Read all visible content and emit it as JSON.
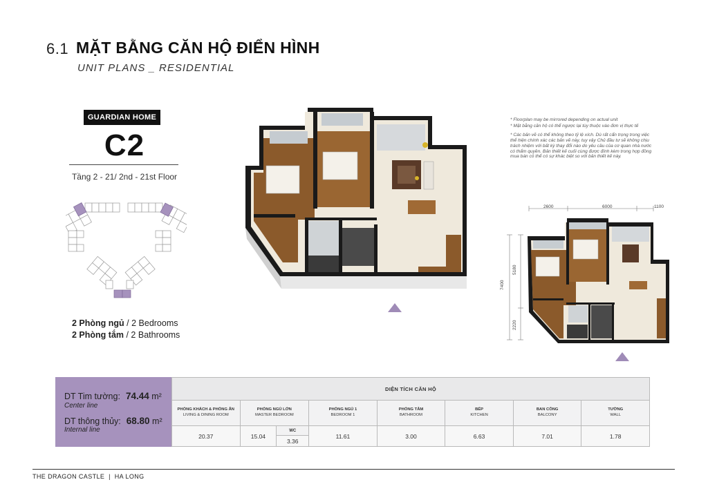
{
  "header": {
    "section_number": "6.1",
    "title": "MẶT BẰNG CĂN HỘ ĐIỂN HÌNH",
    "subtitle": "UNIT PLANS _ RESIDENTIAL"
  },
  "unit": {
    "badge": "GUARDIAN HOME",
    "code": "C2",
    "floor": "Tầng 2 - 21/ 2nd - 21st Floor",
    "bedrooms_vi": "2 Phòng ngủ",
    "bedrooms_en": " / 2 Bedrooms",
    "bathrooms_vi": "2 Phòng tắm",
    "bathrooms_en": " / 2 Bathrooms"
  },
  "notes": [
    "* Floorplan may be mirrored depending on actual unit",
    "* Mặt bằng căn hộ có thể ngược lại tùy thuộc vào đơn vị thực tế",
    "* Các bản vẽ có thể không theo tỷ lệ xích. Dù rất cẩn trọng trong việc thể hiện chính xác các bản vẽ này, tuy vậy Chủ đầu tư sẽ không chịu trách nhiệm với bất kỳ thay đổi nào do yêu cầu của cơ quan nhà nước có thẩm quyền. Bản thiết kế cuối cùng được đính kèm trong hợp đồng mua bán có thể có sự khác biệt so với bản thiết kế này."
  ],
  "dimensions": {
    "top": [
      "2600",
      "6000",
      "1100"
    ],
    "left_total": "7400",
    "left_upper": "5180",
    "left_lower": "2220"
  },
  "areas": {
    "center_label": "DT Tim tường:",
    "center_value": "74.44",
    "center_unit": "m²",
    "center_en": "Center line",
    "internal_label": "DT thông thủy:",
    "internal_value": "68.80",
    "internal_unit": "m²",
    "internal_en": "Internal line",
    "table_title": "DIỆN TÍCH CĂN HỘ",
    "columns": [
      {
        "vi": "PHÒNG KHÁCH & PHÒNG ĂN",
        "en": "LIVING & DINING ROOM",
        "value": "20.37"
      },
      {
        "vi": "PHÒNG NGỦ LỚN",
        "en": "MASTER BEDROOM",
        "value": "15.04",
        "wc_label": "WC",
        "wc_value": "3.36"
      },
      {
        "vi": "PHÒNG NGỦ 1",
        "en": "BEDROOM 1",
        "value": "11.61"
      },
      {
        "vi": "PHÒNG TẮM",
        "en": "BATHROOM",
        "value": "3.00"
      },
      {
        "vi": "BẾP",
        "en": "KITCHEN",
        "value": "6.63"
      },
      {
        "vi": "BAN CÔNG",
        "en": "BALCONY",
        "value": "7.01"
      },
      {
        "vi": "TƯỜNG",
        "en": "WALL",
        "value": "1.78"
      }
    ]
  },
  "footer": {
    "project": "THE DRAGON CASTLE",
    "separator": "|",
    "location": "HA LONG"
  },
  "colors": {
    "accent_purple": "#a692bd",
    "marker_purple": "#9f8bb7",
    "wood": "#8b5a2b",
    "wall": "#1a1a1a"
  }
}
